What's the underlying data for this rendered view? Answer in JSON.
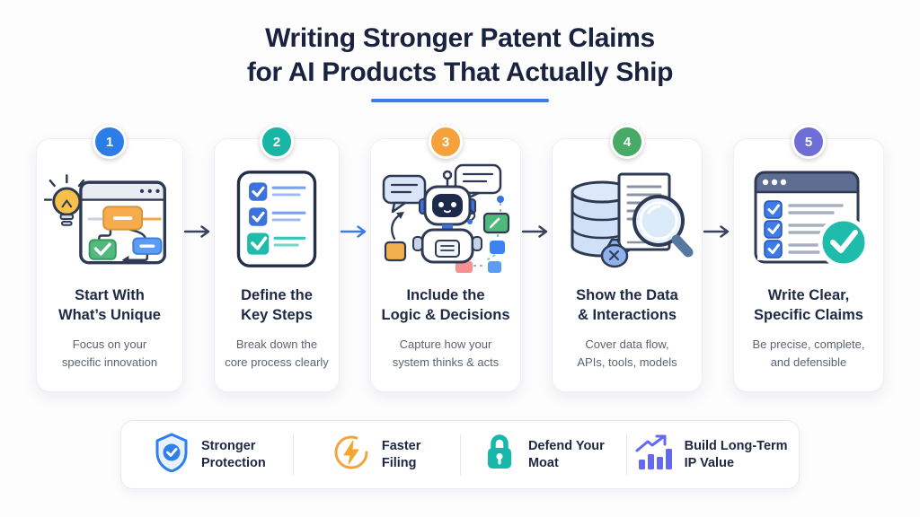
{
  "header": {
    "title_line1": "Writing Stronger Patent Claims",
    "title_line2": "for AI Products That Actually Ship",
    "underline_color": "#3b7de9"
  },
  "steps": [
    {
      "number": "1",
      "badge_color": "#2d7de8",
      "icon": "lightbulb-flowchart-icon",
      "title_line1": "Start With",
      "title_line2": "What’s Unique",
      "desc_line1": "Focus on your",
      "desc_line2": "specific innovation"
    },
    {
      "number": "2",
      "badge_color": "#17b5a4",
      "icon": "checklist-icon",
      "title_line1": "Define the",
      "title_line2": "Key Steps",
      "desc_line1": "Break down the",
      "desc_line2": "core process clearly"
    },
    {
      "number": "3",
      "badge_color": "#f5a23d",
      "icon": "robot-icon",
      "title_line1": "Include the",
      "title_line2": "Logic & Decisions",
      "desc_line1": "Capture how your",
      "desc_line2": "system thinks & acts"
    },
    {
      "number": "4",
      "badge_color": "#47ab66",
      "icon": "database-search-icon",
      "title_line1": "Show the Data",
      "title_line2": "& Interactions",
      "desc_line1": "Cover data flow,",
      "desc_line2": "APIs, tools, models"
    },
    {
      "number": "5",
      "badge_color": "#6f6dd6",
      "icon": "claims-checklist-icon",
      "title_line1": "Write Clear,",
      "title_line2": "Specific Claims",
      "desc_line1": "Be precise, complete,",
      "desc_line2": "and defensible"
    }
  ],
  "arrows": [
    {
      "color": "#39445e"
    },
    {
      "color": "#3b7de9"
    },
    {
      "color": "#39445e"
    },
    {
      "color": "#39445e"
    }
  ],
  "benefits": [
    {
      "icon": "shield-check-icon",
      "color": "#2f80ed",
      "label_line1": "Stronger",
      "label_line2": "Protection"
    },
    {
      "icon": "lightning-icon",
      "color": "#f2a53e",
      "label_line1": "Faster",
      "label_line2": "Filing"
    },
    {
      "icon": "lock-icon",
      "color": "#17b8aa",
      "label_line1": "Defend Your",
      "label_line2": "Moat"
    },
    {
      "icon": "growth-chart-icon",
      "color": "#6469f1",
      "label_line1": "Build Long-Term",
      "label_line2": "IP Value"
    }
  ]
}
